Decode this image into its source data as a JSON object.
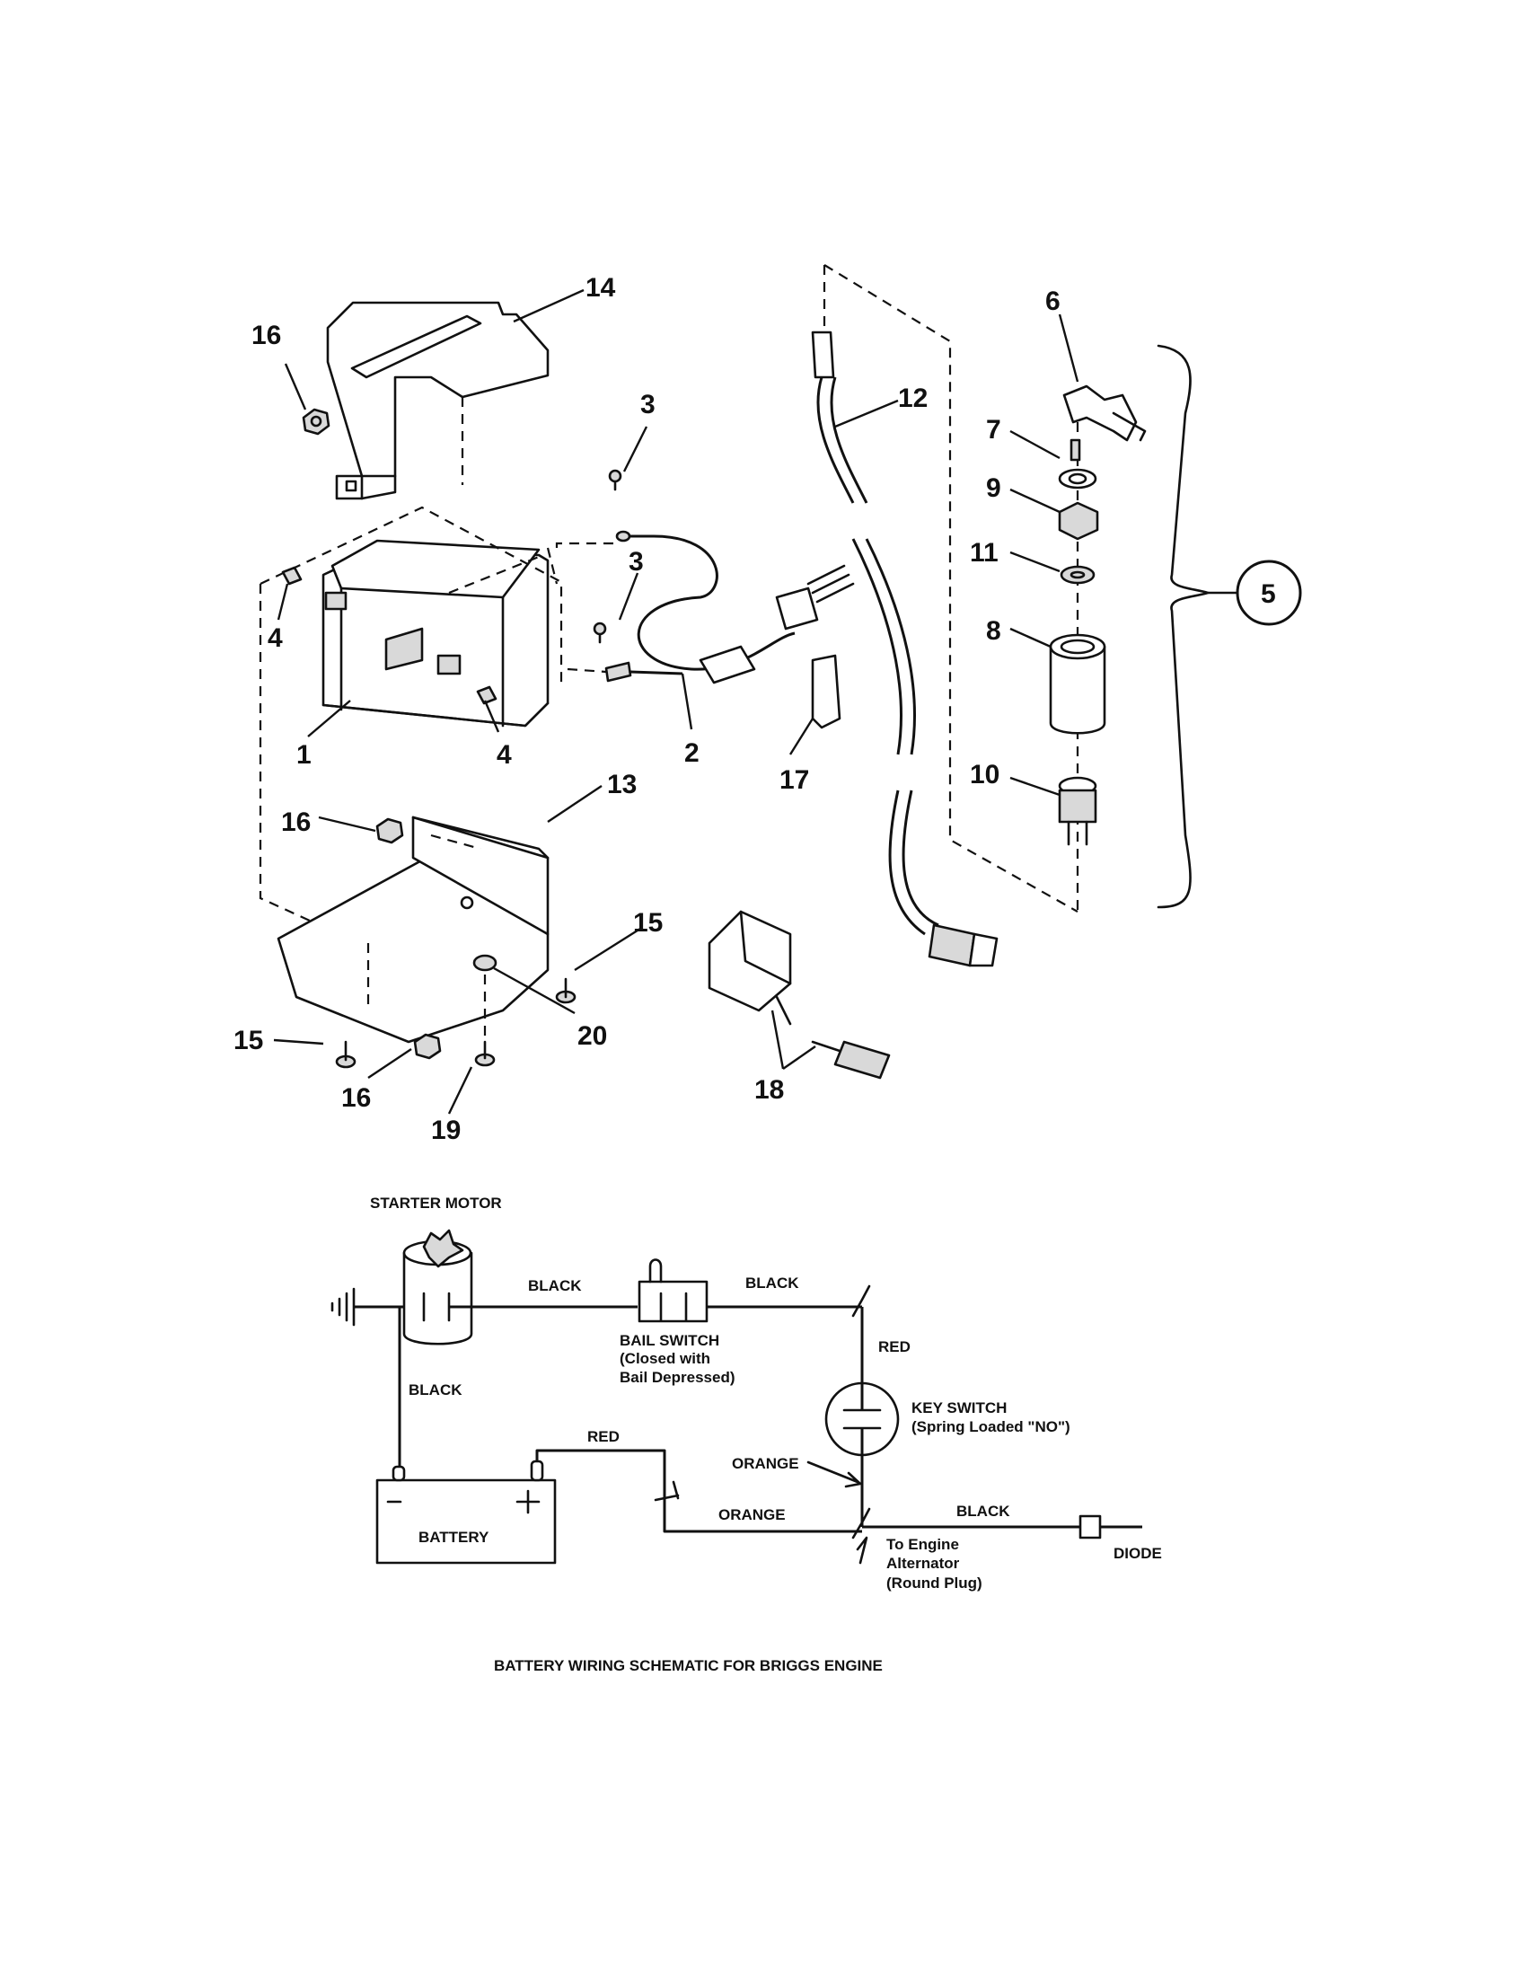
{
  "callouts": {
    "c1": "1",
    "c2": "2",
    "c3a": "3",
    "c3b": "3",
    "c4a": "4",
    "c4b": "4",
    "c5": "5",
    "c6": "6",
    "c7": "7",
    "c8": "8",
    "c9": "9",
    "c10": "10",
    "c11": "11",
    "c12": "12",
    "c13": "13",
    "c14": "14",
    "c15a": "15",
    "c15b": "15",
    "c16a": "16",
    "c16b": "16",
    "c16c": "16",
    "c17": "17",
    "c18": "18",
    "c19": "19",
    "c20": "20"
  },
  "schematic": {
    "starter_motor": "STARTER MOTOR",
    "black_1": "BLACK",
    "black_2": "BLACK",
    "black_3": "BLACK",
    "black_4": "BLACK",
    "bail_switch": [
      "BAIL SWITCH",
      "(Closed with",
      "Bail Depressed)"
    ],
    "red_1": "RED",
    "red_2": "RED",
    "key_switch": [
      "KEY SWITCH",
      "(Spring Loaded \"NO\")"
    ],
    "orange_1": "ORANGE",
    "orange_2": "ORANGE",
    "battery": "BATTERY",
    "battery_neg": "–",
    "battery_pos": "+",
    "to_engine": [
      "To Engine",
      "Alternator",
      "(Round Plug)"
    ],
    "diode": "DIODE",
    "caption": "BATTERY WIRING SCHEMATIC FOR BRIGGS ENGINE"
  }
}
